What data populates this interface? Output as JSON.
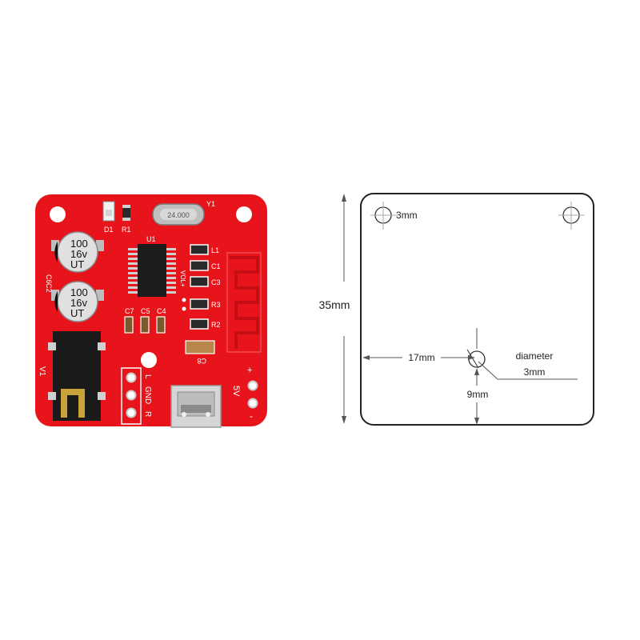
{
  "colors": {
    "pcb": "#e8141b",
    "pcb_dark": "#c50e14",
    "pad": "#d9d9d9",
    "chip": "#1c1c1c",
    "outline": "#222222",
    "dimension_line": "#555555"
  },
  "pcb": {
    "crystal_label": "Y1",
    "crystal_value": "24.000",
    "led_labels": [
      "D1",
      "R1"
    ],
    "ic_label": "U1",
    "cap_top": {
      "lines": [
        "100",
        "16v",
        "UT"
      ],
      "label": "C6"
    },
    "cap_bottom": {
      "lines": [
        "100",
        "16v",
        "UT"
      ],
      "label": "C2"
    },
    "component_labels": [
      "L1",
      "C1",
      "C3",
      "R3",
      "R2"
    ],
    "vol_label": "VOL+",
    "small_caps": [
      "C7",
      "C5",
      "C4"
    ],
    "c8_label": "C8",
    "jack_label": "V1",
    "audio_pins": [
      "L",
      "GND",
      "R"
    ],
    "power_label": "5V",
    "plus": "+",
    "minus": "-"
  },
  "drawing": {
    "hole_label": "3mm",
    "height_label": "35mm",
    "horizontal_label": "17mm",
    "vertical_label": "9mm",
    "diameter_label": "diameter",
    "diameter_value": "3mm"
  }
}
